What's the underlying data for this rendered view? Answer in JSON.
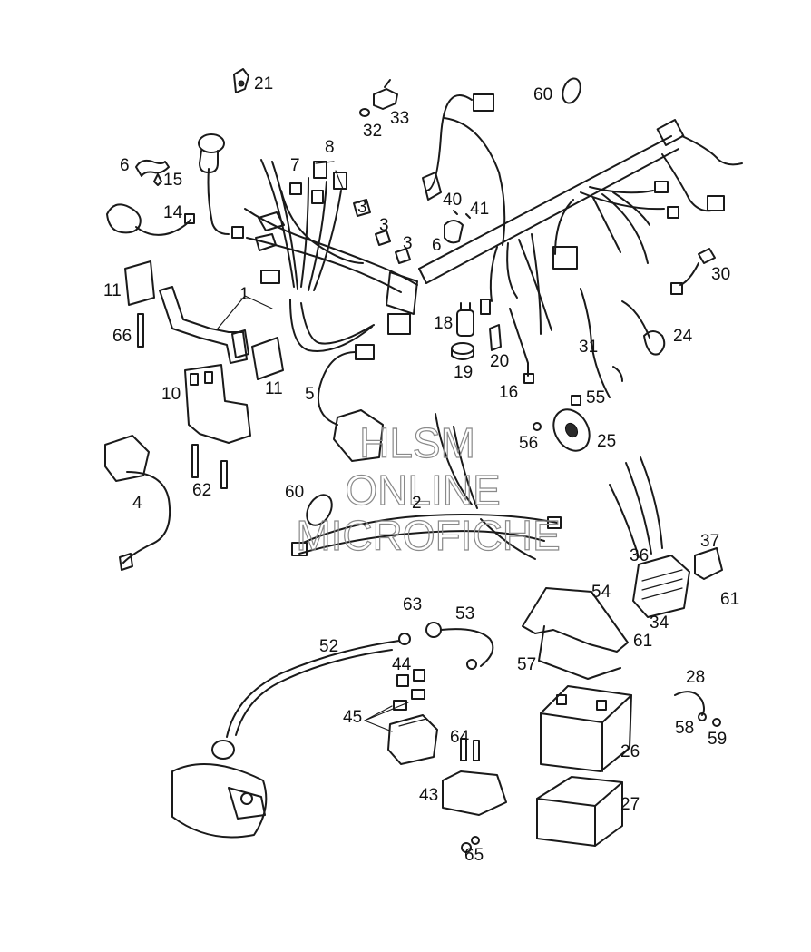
{
  "labels": [
    "21",
    "60",
    "33",
    "32",
    "8",
    "7",
    "6",
    "15",
    "3",
    "3",
    "3",
    "14",
    "40",
    "41",
    "6",
    "30",
    "11",
    "1",
    "66",
    "18",
    "24",
    "31",
    "19",
    "20",
    "11",
    "5",
    "16",
    "55",
    "10",
    "56",
    "25",
    "4",
    "62",
    "60",
    "2",
    "37",
    "36",
    "61",
    "54",
    "63",
    "53",
    "34",
    "61",
    "52",
    "57",
    "44",
    "28",
    "45",
    "64",
    "58",
    "59",
    "26",
    "43",
    "27",
    "65"
  ],
  "watermark": {
    "line1": "HLSM",
    "line2": "ONLINE",
    "line3": "MICROFICHE"
  },
  "colors": {
    "ink": "#1a1a1a",
    "background": "#ffffff",
    "watermark": "#8a8a8a"
  }
}
